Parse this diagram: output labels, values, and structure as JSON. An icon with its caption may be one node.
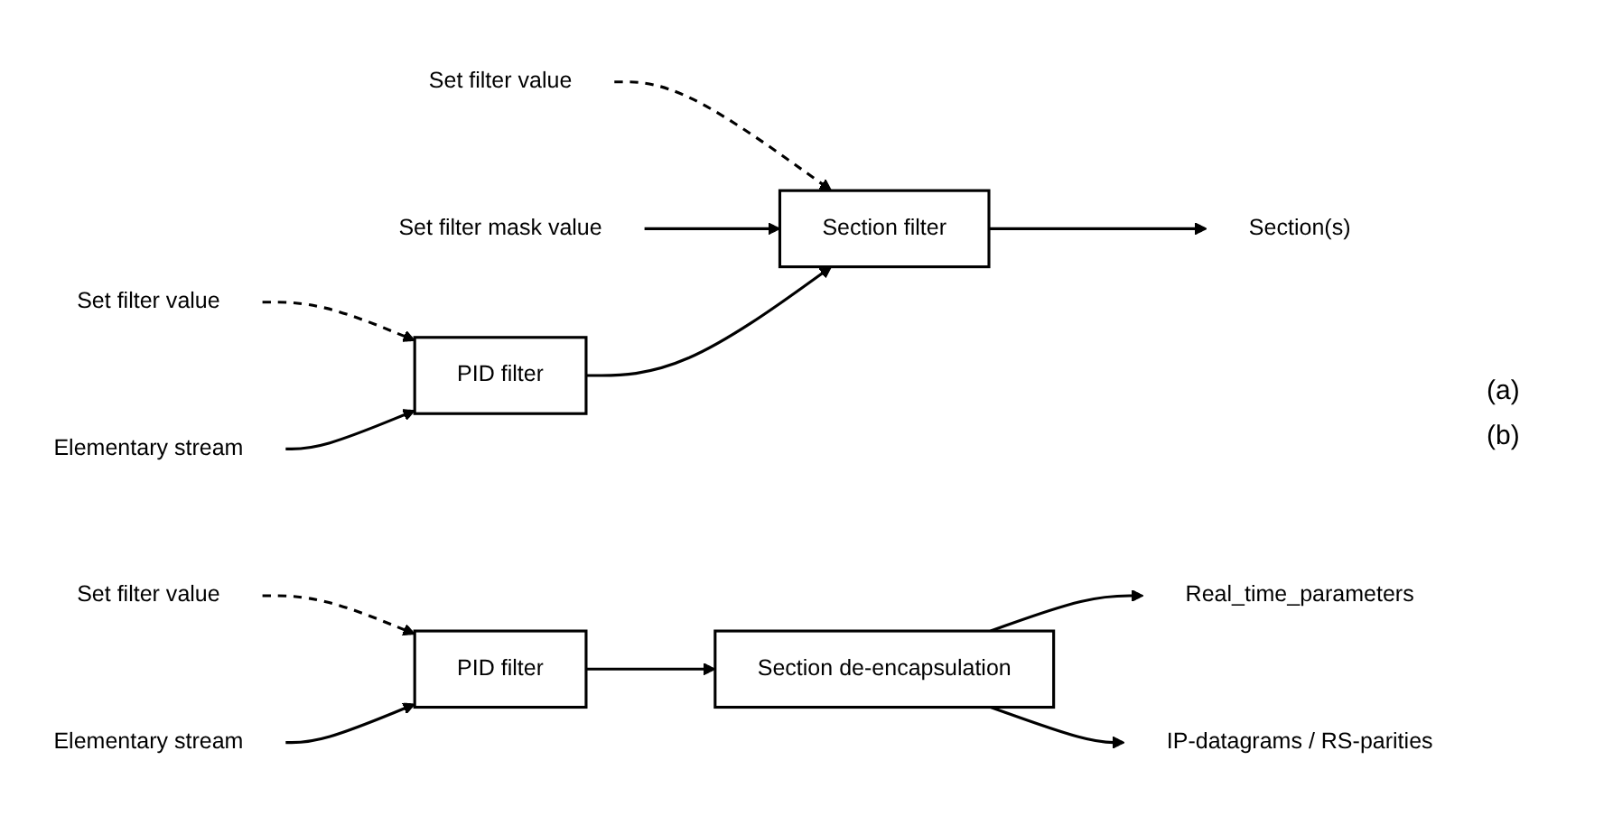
{
  "diagram": {
    "nodes": [
      {
        "text": [
          "Set filter value"
        ]
      },
      {
        "text": [
          "Set filter value"
        ]
      },
      {
        "text": [
          "Set filter mask value"
        ]
      },
      {
        "text": [
          "Elementary stream"
        ]
      },
      {
        "text": [
          "PID filter"
        ]
      },
      {
        "text": [
          "Section filter"
        ]
      },
      {
        "text": [
          "Section(s)"
        ]
      },
      {
        "text": [
          "Set filter value"
        ]
      },
      {
        "text": [
          "Elementary stream"
        ]
      },
      {
        "text": [
          "PID filter"
        ]
      },
      {
        "text": [
          "Section de-encapsulation"
        ]
      },
      {
        "text": [
          "Real_time_parameters"
        ]
      },
      {
        "text": [
          "IP-datagrams / RS-parities"
        ]
      }
    ],
    "edges": [
      {
        "from": 0,
        "to": 4,
        "arrow": "to",
        "style": "dashed"
      },
      {
        "from": 1,
        "to": 5,
        "arrow": "to",
        "style": "dashed"
      },
      {
        "from": 2,
        "to": 5,
        "arrow": "to"
      },
      {
        "from": 3,
        "to": 4,
        "arrow": "to"
      },
      {
        "from": 4,
        "to": 5,
        "arrow": "to"
      },
      {
        "from": 5,
        "to": 6,
        "arrow": "to"
      },
      {
        "from": 7,
        "to": 9,
        "arrow": "to",
        "style": "dashed"
      },
      {
        "from": 8,
        "to": 9,
        "arrow": "to"
      },
      {
        "from": 9,
        "to": 10,
        "arrow": "to"
      },
      {
        "from": 10,
        "to": 11,
        "arrow": "to"
      },
      {
        "from": 10,
        "to": 12,
        "arrow": "to"
      }
    ],
    "labels": [
      "(a)",
      "(b)"
    ]
  }
}
